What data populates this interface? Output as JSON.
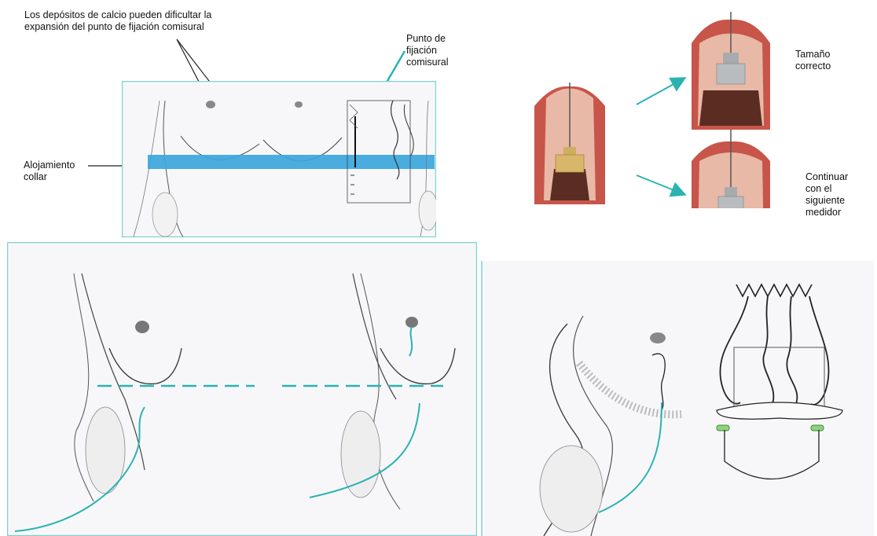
{
  "top_left": {
    "calcium_note": "Los depósitos de calcio pueden dificultar la\nexpansión del punto de fijación comisural",
    "commissure_label": "Punto de\nfijación\ncomisural",
    "collar_label": "Alojamiento\ncollar"
  },
  "top_right": {
    "correct_size_label": "Tamaño\ncorrecto",
    "next_sizer_label": "Continuar\ncon el\nsiguiente\nmedidor"
  },
  "colors": {
    "teal": "#2bb3b1",
    "panel_border": "#7fd3cf",
    "collar_band": "#3aa6dd",
    "sizer_gold": "#d9b76a",
    "sizer_gray": "#b9bcbf",
    "tissue": "#c8554a"
  }
}
